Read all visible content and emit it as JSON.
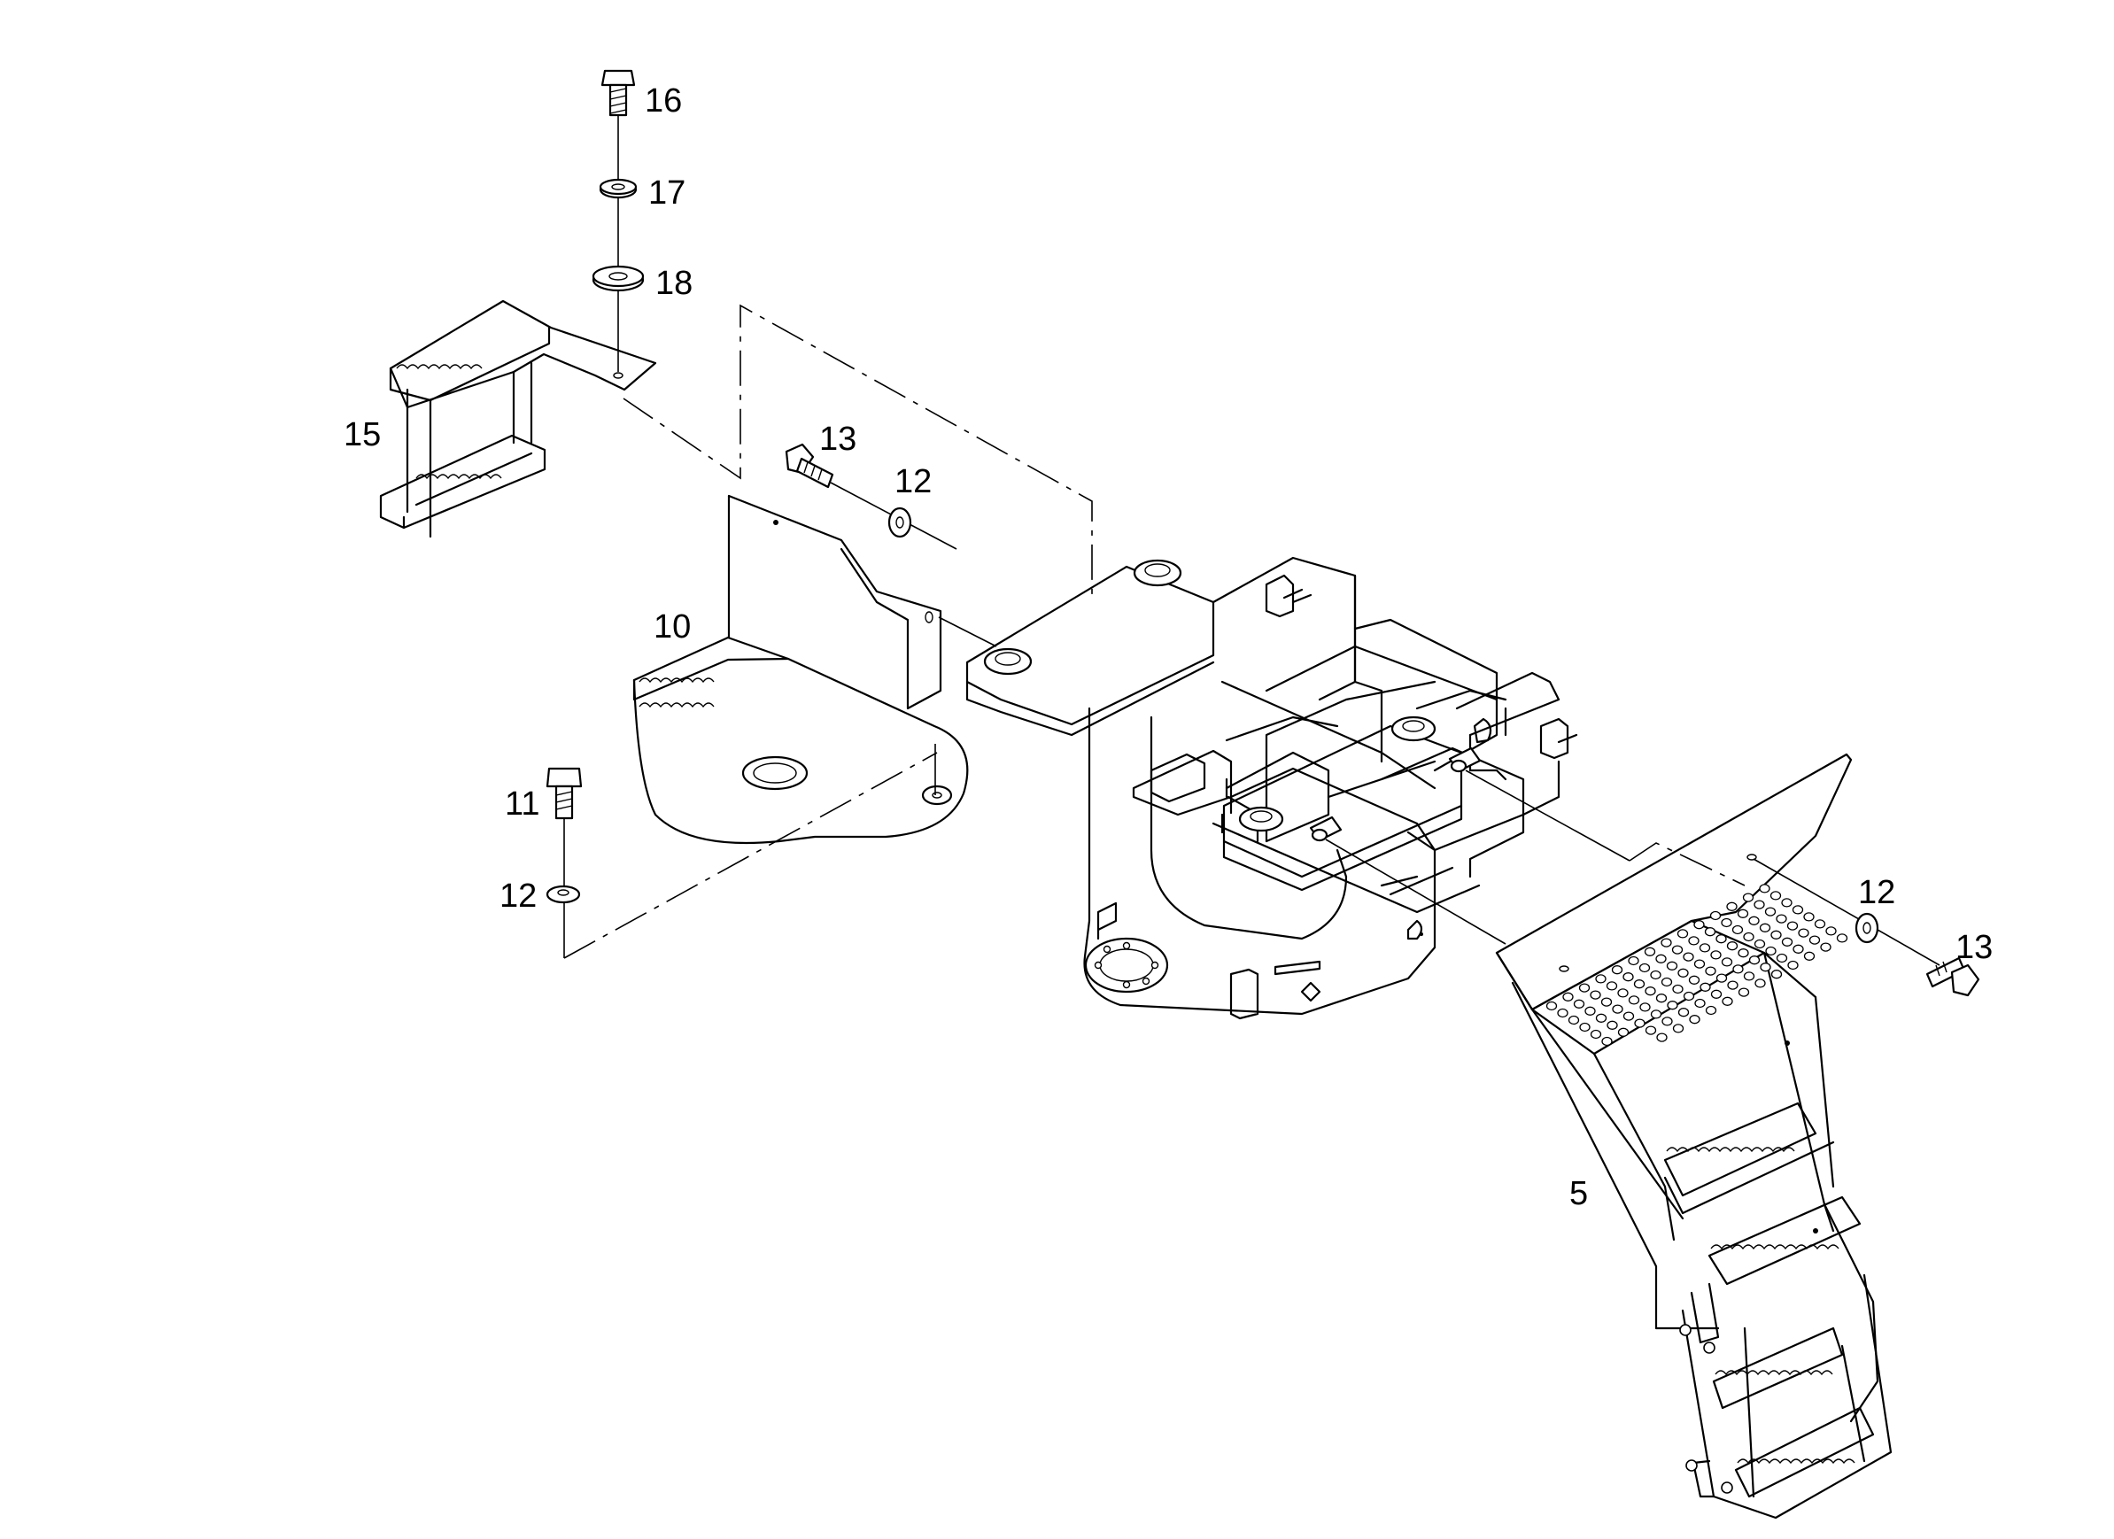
{
  "diagram": {
    "callouts": [
      {
        "id": "c16",
        "label": "16"
      },
      {
        "id": "c17",
        "label": "17"
      },
      {
        "id": "c18",
        "label": "18"
      },
      {
        "id": "c15",
        "label": "15"
      },
      {
        "id": "c13a",
        "label": "13"
      },
      {
        "id": "c12a",
        "label": "12"
      },
      {
        "id": "c10",
        "label": "10"
      },
      {
        "id": "c11",
        "label": "11"
      },
      {
        "id": "c12b",
        "label": "12"
      },
      {
        "id": "c12c",
        "label": "12"
      },
      {
        "id": "c13b",
        "label": "13"
      },
      {
        "id": "c5",
        "label": "5"
      }
    ]
  }
}
